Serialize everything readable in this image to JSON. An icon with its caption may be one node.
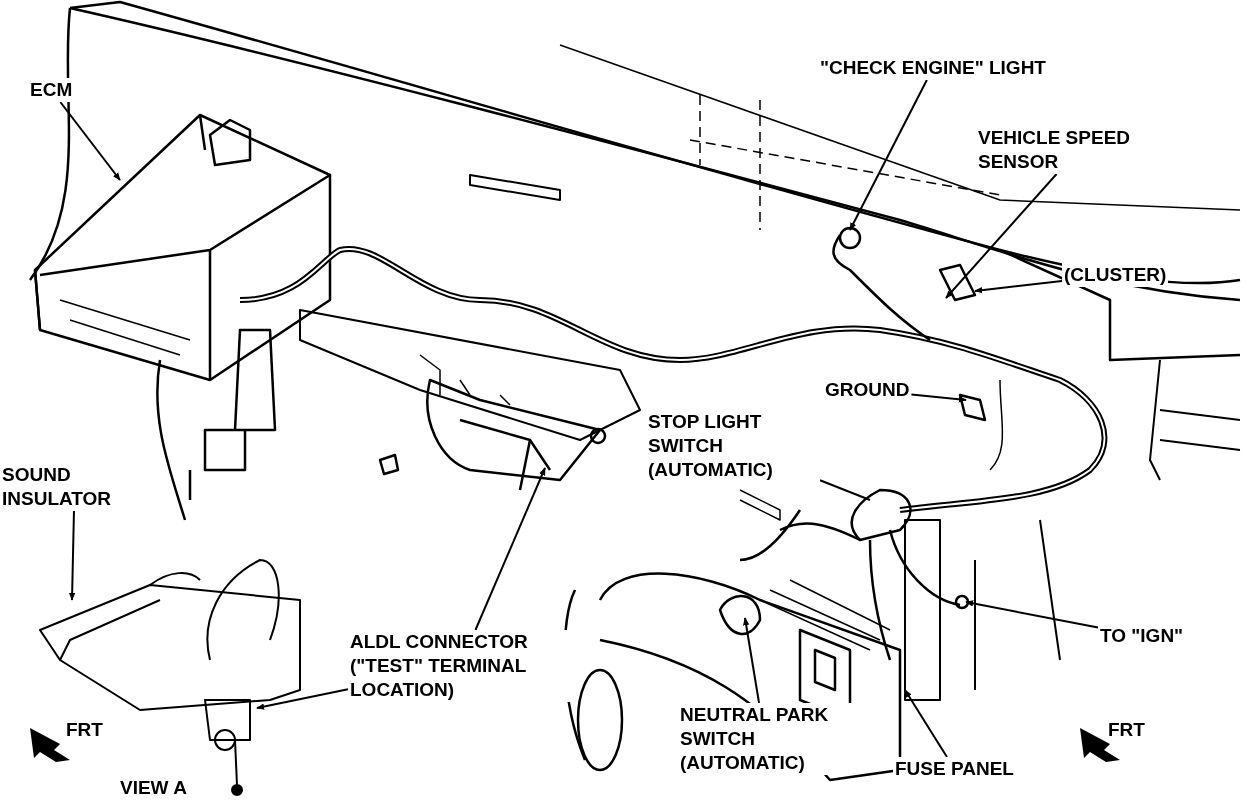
{
  "diagram": {
    "nodes": [
      {
        "text": [
          "ECM"
        ]
      },
      {
        "text": [
          "\"CHECK ENGINE\" LIGHT"
        ]
      },
      {
        "text": [
          "VEHICLE SPEED SENSOR"
        ]
      },
      {
        "text": [
          "(CLUSTER)"
        ]
      },
      {
        "text": [
          "GROUND"
        ]
      },
      {
        "text": [
          "STOP LIGHT SWITCH (AUTOMATIC)"
        ]
      },
      {
        "text": [
          "SOUND INSULATOR"
        ]
      },
      {
        "text": [
          "ALDL CONNECTOR (\"TEST\" TERMINAL LOCATION)"
        ]
      },
      {
        "text": [
          "TO \"IGN\""
        ]
      },
      {
        "text": [
          "NEUTRAL PARK SWITCH (AUTOMATIC)"
        ]
      },
      {
        "text": [
          "FUSE PANEL"
        ]
      }
    ],
    "edges": [
      {
        "from": 0,
        "to": null,
        "arrow": "to"
      },
      {
        "from": 1,
        "to": null,
        "arrow": "to"
      },
      {
        "from": 2,
        "to": null,
        "arrow": "to"
      },
      {
        "from": 3,
        "to": null,
        "arrow": "to"
      },
      {
        "from": 4,
        "to": null,
        "arrow": "to"
      },
      {
        "from": 5,
        "to": null,
        "arrow": "none"
      },
      {
        "from": 6,
        "to": null,
        "arrow": "to"
      },
      {
        "from": 7,
        "to": null,
        "arrow": "to"
      },
      {
        "from": 7,
        "to": null,
        "arrow": "to"
      },
      {
        "from": 8,
        "to": null,
        "arrow": "to"
      },
      {
        "from": 9,
        "to": null,
        "arrow": "to"
      },
      {
        "from": 10,
        "to": null,
        "arrow": "to"
      }
    ],
    "labels": [
      "FRT",
      "VIEW A",
      "FRT"
    ]
  }
}
